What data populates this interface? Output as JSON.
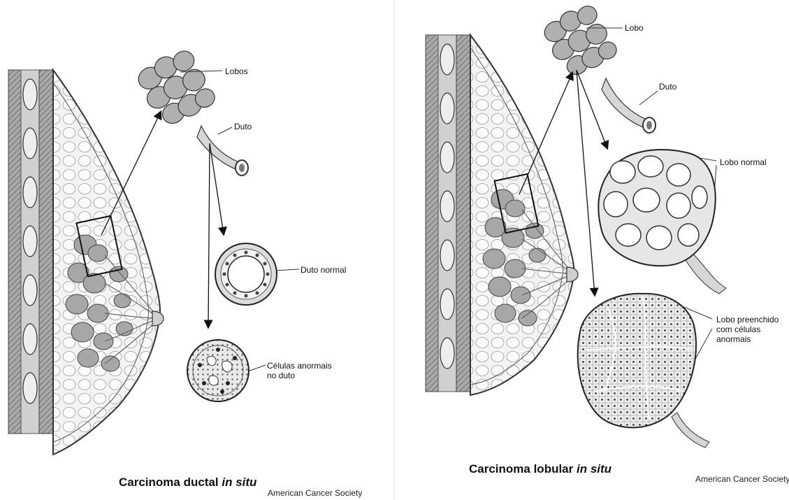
{
  "left": {
    "labels": {
      "lobes": "Lobos",
      "duct": "Duto",
      "normal_duct": "Duto normal",
      "abnormal_cells": "Células anormais\nno duto"
    },
    "caption": {
      "main": "Carcinoma ductal",
      "italic": "in situ"
    },
    "credit": "American Cancer Society"
  },
  "right": {
    "labels": {
      "lobe": "Lobo",
      "duct": "Duto",
      "normal_lobe": "Lobo normal",
      "filled_lobe": "Lobo preenchido\ncom células\nanormais"
    },
    "caption": {
      "main": "Carcinoma lobular",
      "italic": "in situ"
    },
    "credit": "American Cancer Society"
  }
}
